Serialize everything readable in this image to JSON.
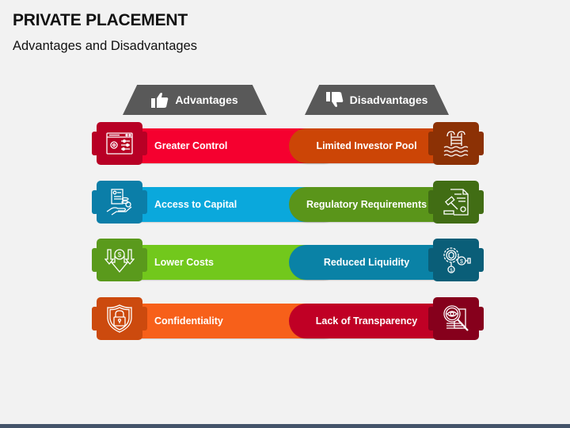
{
  "title": "PRIVATE PLACEMENT",
  "subtitle": "Advantages and Disadvantages",
  "headers": {
    "advantages": {
      "label": "Advantages",
      "icon": "thumbs-up-icon"
    },
    "disadvantages": {
      "label": "Disadvantages",
      "icon": "thumbs-down-icon"
    }
  },
  "advantages": [
    {
      "label": "Greater Control",
      "icon": "settings-panel-icon",
      "color": "#f5002f",
      "icon_bg": "#b80025"
    },
    {
      "label": "Access to Capital",
      "icon": "hand-document-coins-icon",
      "color": "#0aa8dc",
      "icon_bg": "#0b7ea8"
    },
    {
      "label": "Lower Costs",
      "icon": "dollar-down-arrows-icon",
      "color": "#72c81c",
      "icon_bg": "#5a9a1c"
    },
    {
      "label": "Confidentiality",
      "icon": "shield-lock-icon",
      "color": "#f7601a",
      "icon_bg": "#cc4a0e"
    }
  ],
  "disadvantages": [
    {
      "label": "Limited Investor Pool",
      "icon": "pool-ladder-icon",
      "color": "#cc4506",
      "icon_bg": "#8c3105"
    },
    {
      "label": "Regulatory Requirements",
      "icon": "gavel-document-icon",
      "color": "#5a951a",
      "icon_bg": "#416d14"
    },
    {
      "label": "Reduced Liquidity",
      "icon": "gear-money-icon",
      "color": "#0a82a6",
      "icon_bg": "#0a5e78"
    },
    {
      "label": "Lack of Transparency",
      "icon": "magnifier-eye-icon",
      "color": "#c00025",
      "icon_bg": "#86001c"
    }
  ],
  "footer": {
    "bar_color": "#44546a"
  }
}
